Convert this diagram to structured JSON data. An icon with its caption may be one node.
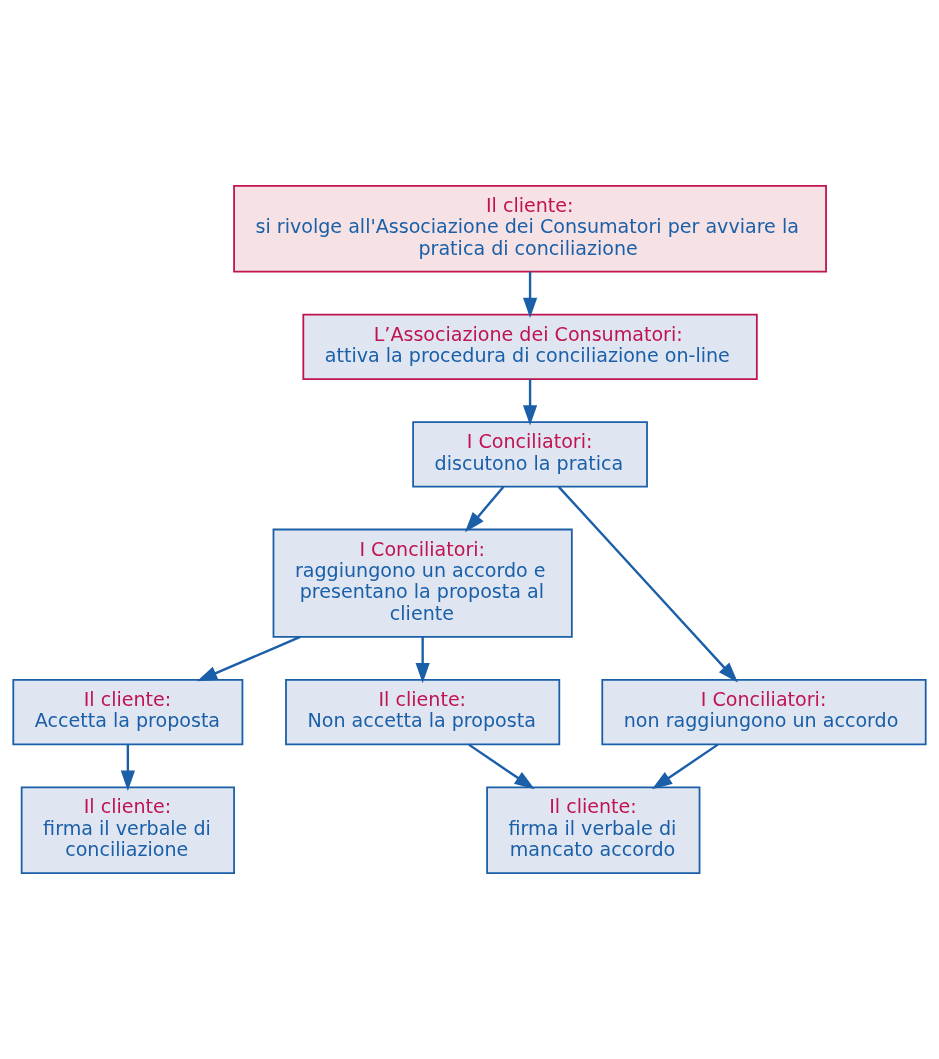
{
  "diagram": {
    "nodes": [
      {
        "text": [
          "Il cliente:",
          "si rivolge all'Associazione dei Consumatori per avviare la pratica di conciliazione"
        ]
      },
      {
        "text": [
          "L’Associazione dei Consumatori:",
          "attiva la procedura di conciliazione on-line"
        ]
      },
      {
        "text": [
          "I Conciliatori:",
          "discutono la pratica"
        ]
      },
      {
        "text": [
          "I Conciliatori:",
          "raggiungono un accordo e presentano la proposta al cliente"
        ]
      },
      {
        "text": [
          "I Conciliatori:",
          "non raggiungono un accordo"
        ]
      },
      {
        "text": [
          "Il cliente:",
          "Accetta la proposta"
        ]
      },
      {
        "text": [
          "Il cliente:",
          "Non accetta la proposta"
        ]
      },
      {
        "text": [
          "Il cliente:",
          "firma il verbale di conciliazione"
        ]
      },
      {
        "text": [
          "Il cliente:",
          "firma il verbale di mancato accordo"
        ]
      }
    ],
    "edges": [
      {
        "from": 0,
        "to": 1,
        "arrow": "to"
      },
      {
        "from": 1,
        "to": 2,
        "arrow": "to"
      },
      {
        "from": 2,
        "to": 3,
        "arrow": "to"
      },
      {
        "from": 2,
        "to": 4,
        "arrow": "to"
      },
      {
        "from": 3,
        "to": 5,
        "arrow": "to"
      },
      {
        "from": 3,
        "to": 6,
        "arrow": "to"
      },
      {
        "from": 5,
        "to": 7,
        "arrow": "to"
      },
      {
        "from": 6,
        "to": 8,
        "arrow": "to"
      },
      {
        "from": 4,
        "to": 8,
        "arrow": "to"
      }
    ]
  }
}
